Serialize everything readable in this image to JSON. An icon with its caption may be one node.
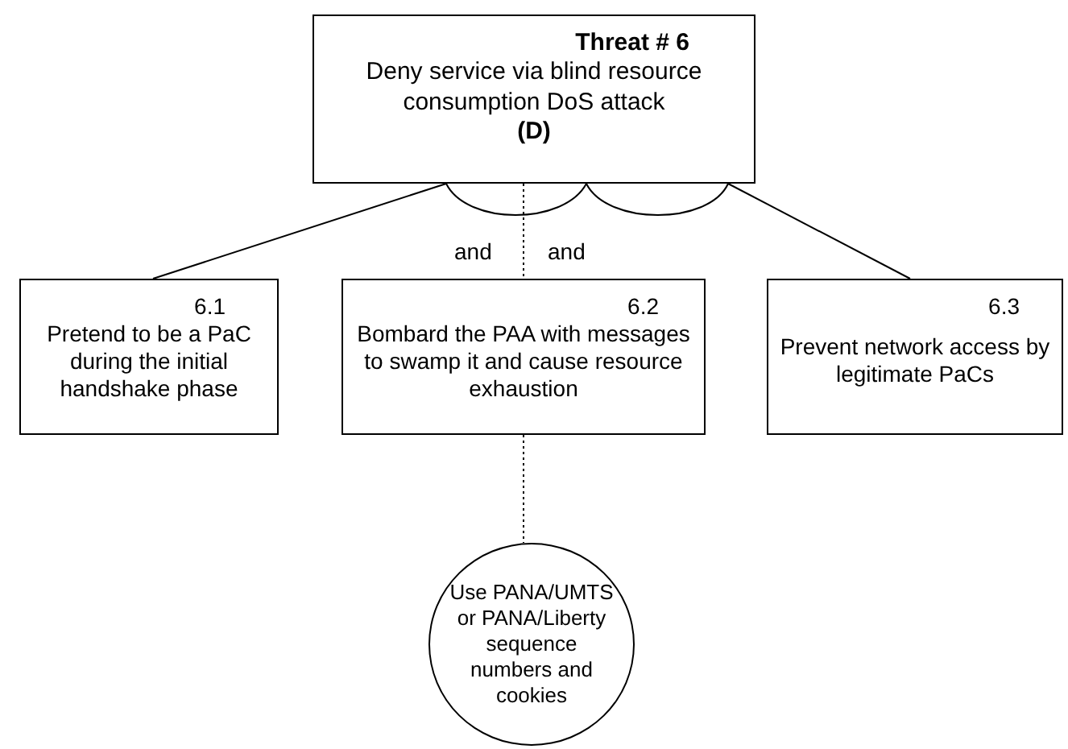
{
  "diagram": {
    "nodes": [
      {
        "text": [
          "Threat # 6",
          "Deny service via blind resource consumption DoS attack",
          "(D)"
        ]
      },
      {
        "text": [
          "6.1",
          "Pretend to be a PaC during the initial handshake phase"
        ]
      },
      {
        "text": [
          "6.2",
          "Bombard the PAA with messages to swamp it and cause  resource exhaustion"
        ]
      },
      {
        "text": [
          "6.3",
          "Prevent network access by legitimate PaCs"
        ]
      },
      {
        "text": [
          "Use PANA/UMTS or PANA/Liberty sequence numbers and cookies"
        ]
      }
    ],
    "edges": [
      {
        "from": 0,
        "to": 1,
        "arrow": "none"
      },
      {
        "from": 0,
        "to": 2,
        "arrow": "none",
        "style": "dashed"
      },
      {
        "from": 0,
        "to": 3,
        "arrow": "none"
      },
      {
        "from": 2,
        "to": 4,
        "arrow": "none",
        "style": "dashed"
      }
    ],
    "labels": [
      "and",
      "and"
    ]
  }
}
